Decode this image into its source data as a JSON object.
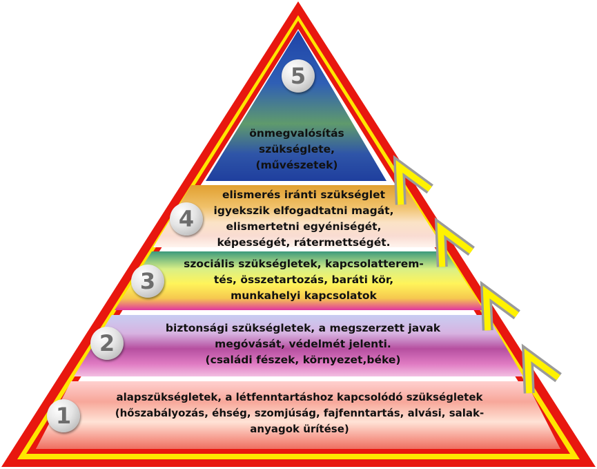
{
  "levels": [
    {
      "number": "1",
      "lines": [
        "alapszükségletek, a létfenntartáshoz kapcsolódó szükségletek",
        "(hőszabályozás, éhség, szomjúság, fajfenntartás, alvási, salak-",
        "anyagok ürítése)"
      ]
    },
    {
      "number": "2",
      "lines": [
        "biztonsági szükségletek, a megszerzett javak",
        "megóvását, védelmét jelenti.",
        "(családi fészek, környezet,béke)"
      ]
    },
    {
      "number": "3",
      "lines": [
        "szociális szükségletek, kapcsolatterem-",
        "tés, összetartozás,  baráti kör,",
        "munkahelyi kapcsolatok"
      ]
    },
    {
      "number": "4",
      "lines": [
        "elismerés iránti szükséglet",
        "igyekszik elfogadtatni magát,",
        "elismertetni egyéniségét,",
        "képességét, rátermettségét."
      ]
    },
    {
      "number": "5",
      "lines": [
        "önmegvalósítás",
        "szükséglete,",
        "(művészetek)"
      ]
    }
  ],
  "colors": {
    "outer_border": "#e8170f",
    "yellow_border": "#ffe600",
    "arrow_fill": "#fff200",
    "arrow_outline": "#9a9a9a",
    "badge_text": "#6d6d6d"
  }
}
